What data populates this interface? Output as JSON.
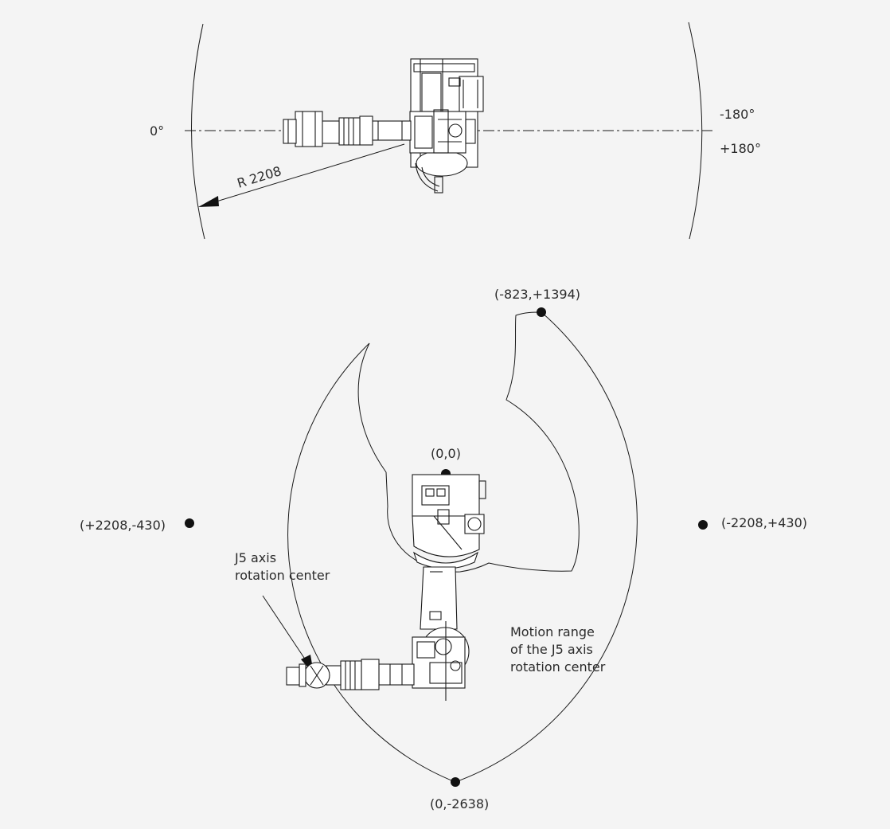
{
  "top_view": {
    "angle_zero": "0°",
    "angle_neg": "-180°",
    "angle_pos": "+180°",
    "radius": "R 2208"
  },
  "bottom_view": {
    "points": [
      {
        "id": "top",
        "label": "(-823,+1394)"
      },
      {
        "id": "origin",
        "label": "(0,0)"
      },
      {
        "id": "left",
        "label": "(+2208,-430)"
      },
      {
        "id": "right",
        "label": "(-2208,+430)"
      },
      {
        "id": "bottom",
        "label": "(0,-2638)"
      }
    ],
    "j5_label_line1": "J5 axis",
    "j5_label_line2": "rotation center",
    "range_line1": "Motion range",
    "range_line2": "of the J5 axis",
    "range_line3": "rotation center"
  }
}
